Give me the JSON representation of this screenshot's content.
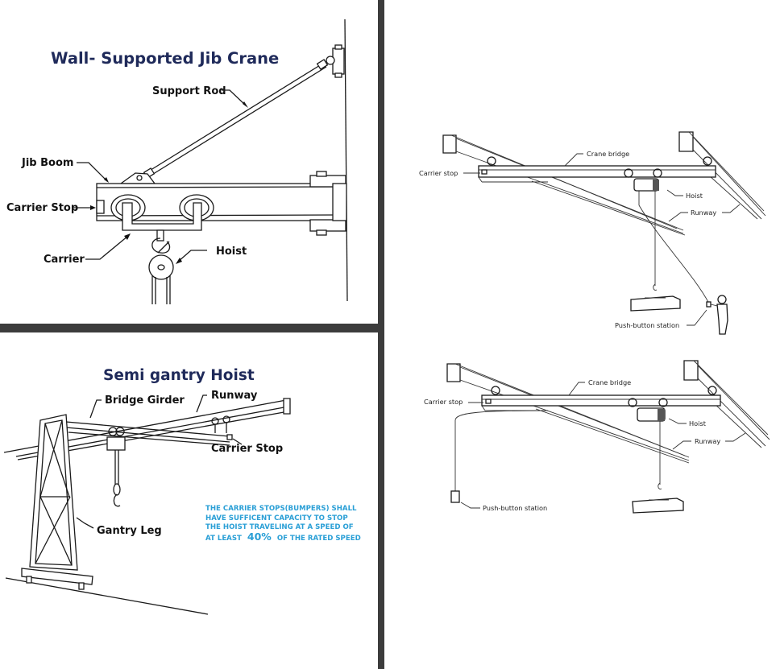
{
  "jib_crane": {
    "title": "Wall- Supported Jib Crane",
    "labels": {
      "support_rod": "Support Rod",
      "jib_boom": "Jib Boom",
      "carrier_stop": "Carrier Stop",
      "carrier": "Carrier",
      "hoist": "Hoist"
    }
  },
  "semi_gantry": {
    "title": "Semi gantry Hoist",
    "labels": {
      "bridge_girder": "Bridge Girder",
      "runway": "Runway",
      "carrier_stop": "Carrier Stop",
      "gantry_leg": "Gantry Leg"
    },
    "note": {
      "line1": "THE CARRIER STOPS(BUMPERS) SHALL",
      "line2": "HAVE SUFFICENT CAPACITY TO STOP",
      "line3": "THE HOIST TRAVELING AT A SPEED OF",
      "line4_prefix": "AT LEAST",
      "line4_value": "40%",
      "line4_suffix": "OF THE RATED SPEED"
    }
  },
  "bridge_crane_top": {
    "labels": {
      "crane_bridge": "Crane bridge",
      "carrier_stop": "Carrier stop",
      "hoist": "Hoist",
      "runway": "Runway",
      "push_button_station": "Push-button station"
    }
  },
  "bridge_crane_bottom": {
    "labels": {
      "crane_bridge": "Crane bridge",
      "carrier_stop": "Carrier stop",
      "hoist": "Hoist",
      "runway": "Runway",
      "push_button_station": "Push-button station"
    }
  },
  "colors": {
    "title": "#1f2a5a",
    "note": "#2a9fd6",
    "divider": "#3c3c3c"
  }
}
